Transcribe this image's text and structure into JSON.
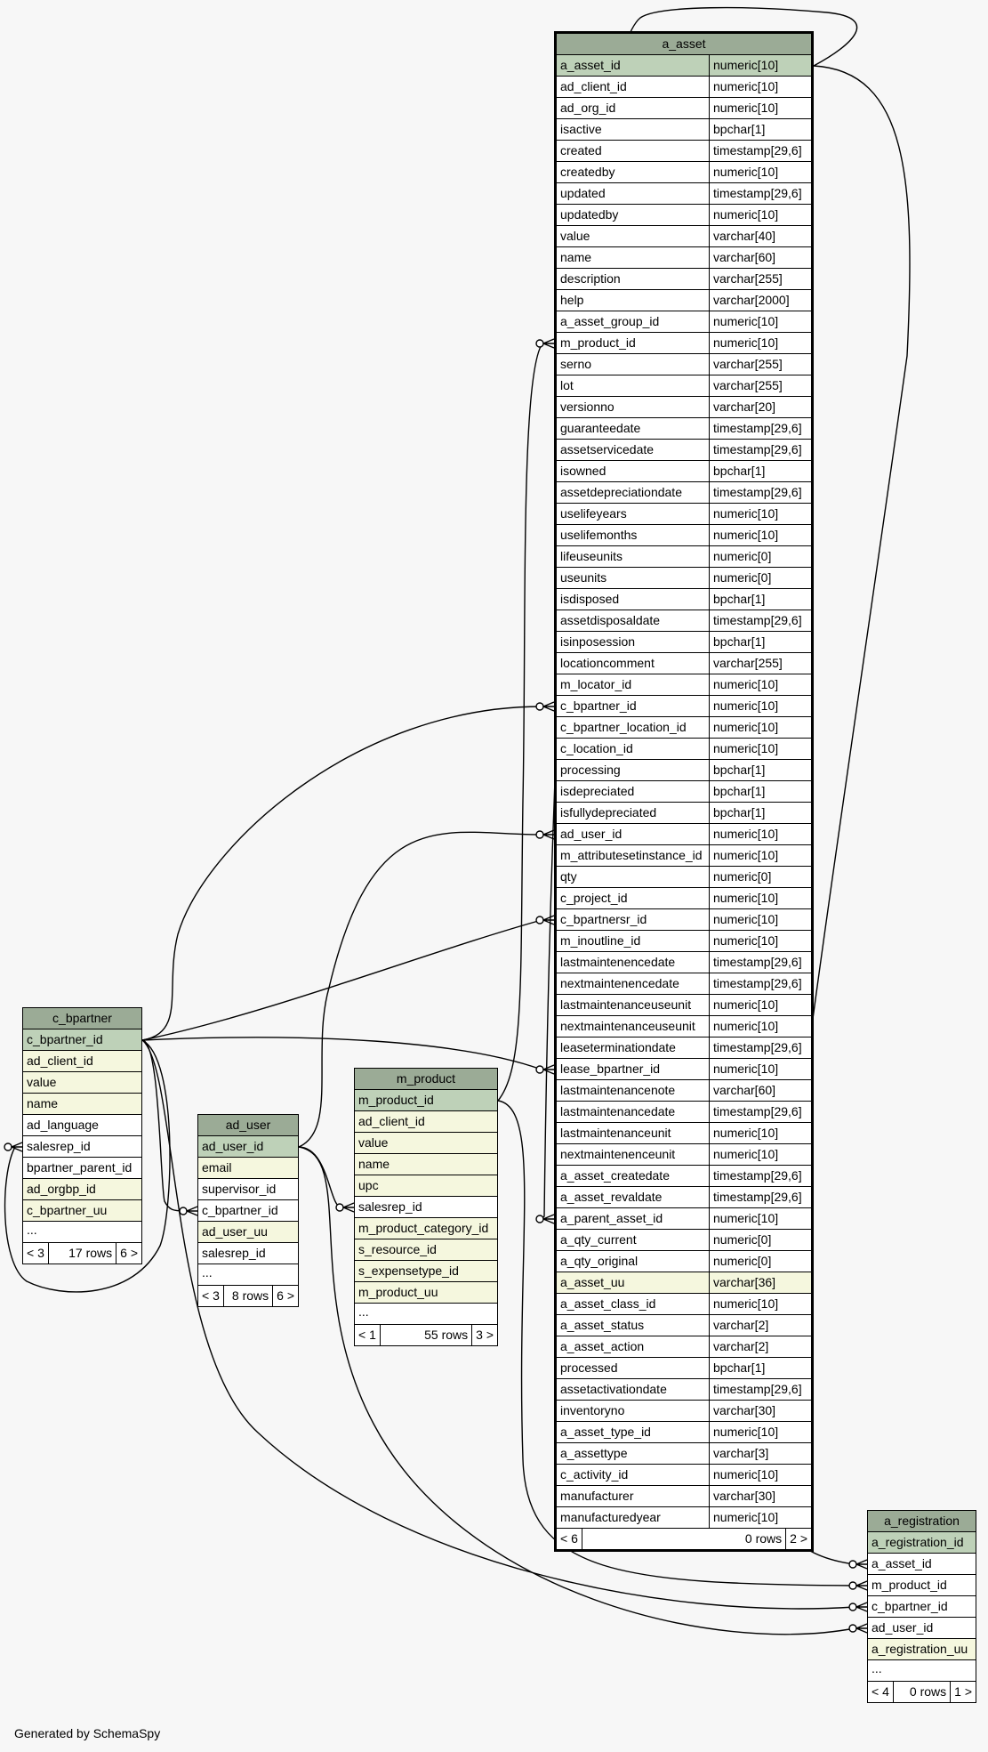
{
  "tables": [
    {
      "id": "a_asset",
      "name": "a_asset",
      "focus": true,
      "columns": [
        {
          "name": "a_asset_id",
          "type": "numeric[10]",
          "kind": "pk"
        },
        {
          "name": "ad_client_id",
          "type": "numeric[10]",
          "kind": "plain"
        },
        {
          "name": "ad_org_id",
          "type": "numeric[10]",
          "kind": "plain"
        },
        {
          "name": "isactive",
          "type": "bpchar[1]",
          "kind": "plain"
        },
        {
          "name": "created",
          "type": "timestamp[29,6]",
          "kind": "plain"
        },
        {
          "name": "createdby",
          "type": "numeric[10]",
          "kind": "plain"
        },
        {
          "name": "updated",
          "type": "timestamp[29,6]",
          "kind": "plain"
        },
        {
          "name": "updatedby",
          "type": "numeric[10]",
          "kind": "plain"
        },
        {
          "name": "value",
          "type": "varchar[40]",
          "kind": "plain"
        },
        {
          "name": "name",
          "type": "varchar[60]",
          "kind": "plain"
        },
        {
          "name": "description",
          "type": "varchar[255]",
          "kind": "plain"
        },
        {
          "name": "help",
          "type": "varchar[2000]",
          "kind": "plain"
        },
        {
          "name": "a_asset_group_id",
          "type": "numeric[10]",
          "kind": "plain"
        },
        {
          "name": "m_product_id",
          "type": "numeric[10]",
          "kind": "plain"
        },
        {
          "name": "serno",
          "type": "varchar[255]",
          "kind": "plain"
        },
        {
          "name": "lot",
          "type": "varchar[255]",
          "kind": "plain"
        },
        {
          "name": "versionno",
          "type": "varchar[20]",
          "kind": "plain"
        },
        {
          "name": "guaranteedate",
          "type": "timestamp[29,6]",
          "kind": "plain"
        },
        {
          "name": "assetservicedate",
          "type": "timestamp[29,6]",
          "kind": "plain"
        },
        {
          "name": "isowned",
          "type": "bpchar[1]",
          "kind": "plain"
        },
        {
          "name": "assetdepreciationdate",
          "type": "timestamp[29,6]",
          "kind": "plain"
        },
        {
          "name": "uselifeyears",
          "type": "numeric[10]",
          "kind": "plain"
        },
        {
          "name": "uselifemonths",
          "type": "numeric[10]",
          "kind": "plain"
        },
        {
          "name": "lifeuseunits",
          "type": "numeric[0]",
          "kind": "plain"
        },
        {
          "name": "useunits",
          "type": "numeric[0]",
          "kind": "plain"
        },
        {
          "name": "isdisposed",
          "type": "bpchar[1]",
          "kind": "plain"
        },
        {
          "name": "assetdisposaldate",
          "type": "timestamp[29,6]",
          "kind": "plain"
        },
        {
          "name": "isinposession",
          "type": "bpchar[1]",
          "kind": "plain"
        },
        {
          "name": "locationcomment",
          "type": "varchar[255]",
          "kind": "plain"
        },
        {
          "name": "m_locator_id",
          "type": "numeric[10]",
          "kind": "plain"
        },
        {
          "name": "c_bpartner_id",
          "type": "numeric[10]",
          "kind": "plain"
        },
        {
          "name": "c_bpartner_location_id",
          "type": "numeric[10]",
          "kind": "plain"
        },
        {
          "name": "c_location_id",
          "type": "numeric[10]",
          "kind": "plain"
        },
        {
          "name": "processing",
          "type": "bpchar[1]",
          "kind": "plain"
        },
        {
          "name": "isdepreciated",
          "type": "bpchar[1]",
          "kind": "plain"
        },
        {
          "name": "isfullydepreciated",
          "type": "bpchar[1]",
          "kind": "plain"
        },
        {
          "name": "ad_user_id",
          "type": "numeric[10]",
          "kind": "plain"
        },
        {
          "name": "m_attributesetinstance_id",
          "type": "numeric[10]",
          "kind": "plain"
        },
        {
          "name": "qty",
          "type": "numeric[0]",
          "kind": "plain"
        },
        {
          "name": "c_project_id",
          "type": "numeric[10]",
          "kind": "plain"
        },
        {
          "name": "c_bpartnersr_id",
          "type": "numeric[10]",
          "kind": "plain"
        },
        {
          "name": "m_inoutline_id",
          "type": "numeric[10]",
          "kind": "plain"
        },
        {
          "name": "lastmaintenencedate",
          "type": "timestamp[29,6]",
          "kind": "plain"
        },
        {
          "name": "nextmaintenencedate",
          "type": "timestamp[29,6]",
          "kind": "plain"
        },
        {
          "name": "lastmaintenanceuseunit",
          "type": "numeric[10]",
          "kind": "plain"
        },
        {
          "name": "nextmaintenanceuseunit",
          "type": "numeric[10]",
          "kind": "plain"
        },
        {
          "name": "leaseterminationdate",
          "type": "timestamp[29,6]",
          "kind": "plain"
        },
        {
          "name": "lease_bpartner_id",
          "type": "numeric[10]",
          "kind": "plain"
        },
        {
          "name": "lastmaintenancenote",
          "type": "varchar[60]",
          "kind": "plain"
        },
        {
          "name": "lastmaintenancedate",
          "type": "timestamp[29,6]",
          "kind": "plain"
        },
        {
          "name": "lastmaintenanceunit",
          "type": "numeric[10]",
          "kind": "plain"
        },
        {
          "name": "nextmaintenenceunit",
          "type": "numeric[10]",
          "kind": "plain"
        },
        {
          "name": "a_asset_createdate",
          "type": "timestamp[29,6]",
          "kind": "plain"
        },
        {
          "name": "a_asset_revaldate",
          "type": "timestamp[29,6]",
          "kind": "plain"
        },
        {
          "name": "a_parent_asset_id",
          "type": "numeric[10]",
          "kind": "plain"
        },
        {
          "name": "a_qty_current",
          "type": "numeric[0]",
          "kind": "plain"
        },
        {
          "name": "a_qty_original",
          "type": "numeric[0]",
          "kind": "plain"
        },
        {
          "name": "a_asset_uu",
          "type": "varchar[36]",
          "kind": "idx"
        },
        {
          "name": "a_asset_class_id",
          "type": "numeric[10]",
          "kind": "plain"
        },
        {
          "name": "a_asset_status",
          "type": "varchar[2]",
          "kind": "plain"
        },
        {
          "name": "a_asset_action",
          "type": "varchar[2]",
          "kind": "plain"
        },
        {
          "name": "processed",
          "type": "bpchar[1]",
          "kind": "plain"
        },
        {
          "name": "assetactivationdate",
          "type": "timestamp[29,6]",
          "kind": "plain"
        },
        {
          "name": "inventoryno",
          "type": "varchar[30]",
          "kind": "plain"
        },
        {
          "name": "a_asset_type_id",
          "type": "numeric[10]",
          "kind": "plain"
        },
        {
          "name": "a_assettype",
          "type": "varchar[3]",
          "kind": "plain"
        },
        {
          "name": "c_activity_id",
          "type": "numeric[10]",
          "kind": "plain"
        },
        {
          "name": "manufacturer",
          "type": "varchar[30]",
          "kind": "plain"
        },
        {
          "name": "manufacturedyear",
          "type": "numeric[10]",
          "kind": "plain"
        }
      ],
      "ellipsis": "",
      "footer": {
        "left": "< 6",
        "mid": "0 rows",
        "right": "2 >"
      }
    },
    {
      "id": "c_bpartner",
      "name": "c_bpartner",
      "focus": false,
      "columns": [
        {
          "name": "c_bpartner_id",
          "type": "",
          "kind": "pk"
        },
        {
          "name": "ad_client_id",
          "type": "",
          "kind": "idx"
        },
        {
          "name": "value",
          "type": "",
          "kind": "idx"
        },
        {
          "name": "name",
          "type": "",
          "kind": "idx"
        },
        {
          "name": "ad_language",
          "type": "",
          "kind": "plain"
        },
        {
          "name": "salesrep_id",
          "type": "",
          "kind": "plain"
        },
        {
          "name": "bpartner_parent_id",
          "type": "",
          "kind": "plain"
        },
        {
          "name": "ad_orgbp_id",
          "type": "",
          "kind": "idx"
        },
        {
          "name": "c_bpartner_uu",
          "type": "",
          "kind": "idx"
        }
      ],
      "ellipsis": "...",
      "footer": {
        "left": "< 3",
        "mid": "17 rows",
        "right": "6 >"
      }
    },
    {
      "id": "ad_user",
      "name": "ad_user",
      "focus": false,
      "columns": [
        {
          "name": "ad_user_id",
          "type": "",
          "kind": "pk"
        },
        {
          "name": "email",
          "type": "",
          "kind": "idx"
        },
        {
          "name": "supervisor_id",
          "type": "",
          "kind": "plain"
        },
        {
          "name": "c_bpartner_id",
          "type": "",
          "kind": "plain"
        },
        {
          "name": "ad_user_uu",
          "type": "",
          "kind": "idx"
        },
        {
          "name": "salesrep_id",
          "type": "",
          "kind": "plain"
        }
      ],
      "ellipsis": "...",
      "footer": {
        "left": "< 3",
        "mid": "8 rows",
        "right": "6 >"
      }
    },
    {
      "id": "m_product",
      "name": "m_product",
      "focus": false,
      "columns": [
        {
          "name": "m_product_id",
          "type": "",
          "kind": "pk"
        },
        {
          "name": "ad_client_id",
          "type": "",
          "kind": "idx"
        },
        {
          "name": "value",
          "type": "",
          "kind": "idx"
        },
        {
          "name": "name",
          "type": "",
          "kind": "idx"
        },
        {
          "name": "upc",
          "type": "",
          "kind": "idx"
        },
        {
          "name": "salesrep_id",
          "type": "",
          "kind": "plain"
        },
        {
          "name": "m_product_category_id",
          "type": "",
          "kind": "idx"
        },
        {
          "name": "s_resource_id",
          "type": "",
          "kind": "idx"
        },
        {
          "name": "s_expensetype_id",
          "type": "",
          "kind": "idx"
        },
        {
          "name": "m_product_uu",
          "type": "",
          "kind": "idx"
        }
      ],
      "ellipsis": "...",
      "footer": {
        "left": "< 1",
        "mid": "55 rows",
        "right": "3 >"
      }
    },
    {
      "id": "a_registration",
      "name": "a_registration",
      "focus": false,
      "columns": [
        {
          "name": "a_registration_id",
          "type": "",
          "kind": "pk"
        },
        {
          "name": "a_asset_id",
          "type": "",
          "kind": "plain"
        },
        {
          "name": "m_product_id",
          "type": "",
          "kind": "plain"
        },
        {
          "name": "c_bpartner_id",
          "type": "",
          "kind": "plain"
        },
        {
          "name": "ad_user_id",
          "type": "",
          "kind": "plain"
        },
        {
          "name": "a_registration_uu",
          "type": "",
          "kind": "idx"
        }
      ],
      "ellipsis": "...",
      "footer": {
        "left": "< 4",
        "mid": "0 rows",
        "right": "1 >"
      }
    }
  ],
  "relationships": [
    {
      "from": "a_asset.a_asset_id",
      "to": "a_asset.a_parent_asset_id"
    },
    {
      "from": "a_asset.a_asset_id",
      "to": "a_registration.a_asset_id"
    },
    {
      "from": "m_product.m_product_id",
      "to": "a_asset.m_product_id"
    },
    {
      "from": "m_product.m_product_id",
      "to": "a_registration.m_product_id"
    },
    {
      "from": "c_bpartner.c_bpartner_id",
      "to": "a_asset.c_bpartner_id"
    },
    {
      "from": "c_bpartner.c_bpartner_id",
      "to": "a_asset.c_bpartnersr_id"
    },
    {
      "from": "c_bpartner.c_bpartner_id",
      "to": "a_asset.lease_bpartner_id"
    },
    {
      "from": "c_bpartner.c_bpartner_id",
      "to": "c_bpartner.salesrep_id"
    },
    {
      "from": "c_bpartner.c_bpartner_id",
      "to": "ad_user.c_bpartner_id"
    },
    {
      "from": "c_bpartner.c_bpartner_id",
      "to": "a_registration.c_bpartner_id"
    },
    {
      "from": "ad_user.ad_user_id",
      "to": "a_asset.ad_user_id"
    },
    {
      "from": "ad_user.ad_user_id",
      "to": "m_product.salesrep_id"
    },
    {
      "from": "ad_user.ad_user_id",
      "to": "a_registration.ad_user_id"
    }
  ],
  "footer_text": "Generated by SchemaSpy"
}
